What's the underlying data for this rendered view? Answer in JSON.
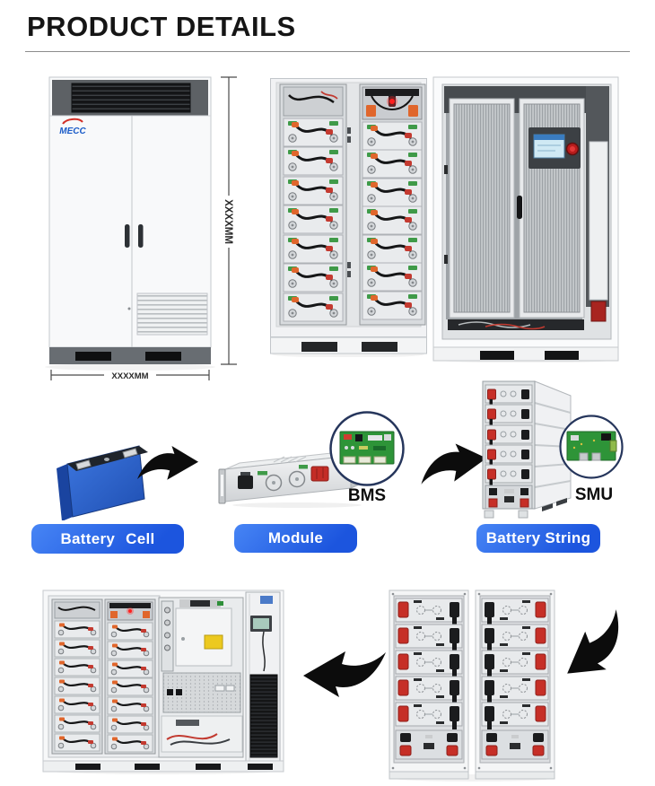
{
  "header": {
    "title": "PRODUCT DETAILS"
  },
  "closed_cabinet": {
    "brand_logo": "MECC",
    "height_label": "XXXXMM",
    "width_label": "XXXXMM"
  },
  "process": {
    "steps": [
      {
        "label": "Battery Cell"
      },
      {
        "label": "Module",
        "callout": "BMS"
      },
      {
        "label": "Battery String",
        "callout": "SMU"
      }
    ]
  },
  "colors": {
    "accent_blue_start": "#4785f5",
    "accent_blue_end": "#1c55de",
    "arrow_black": "#0c0c0c",
    "pcb_green": "#2e9438",
    "connector_red": "#c62f27",
    "connector_orange": "#e0662c",
    "cell_blue": "#2a5ec6",
    "screen_blue": "#cfe9f4",
    "logo_blue": "#1b5cc8",
    "logo_red": "#d23028"
  }
}
